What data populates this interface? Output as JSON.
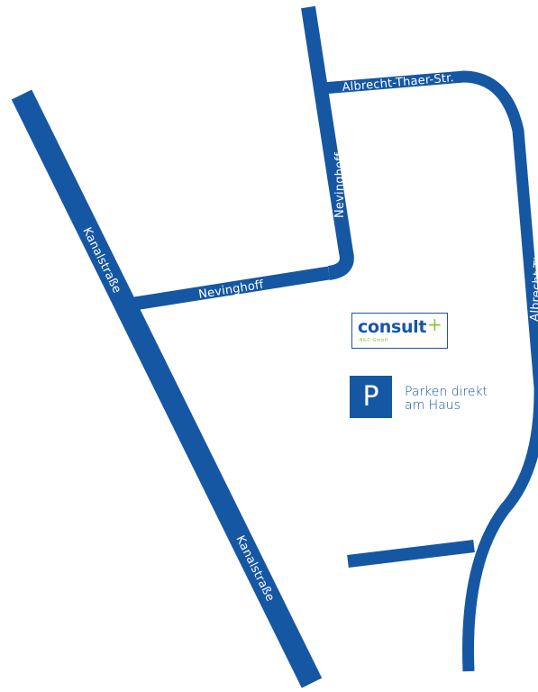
{
  "map": {
    "road_color": "#1657a3",
    "background_color": "#ffffff",
    "streets": {
      "kanalstrasse_upper": "Kanalstraße",
      "kanalstrasse_lower": "Kanalstraße",
      "nevinghoff_horizontal": "Nevinghoff",
      "nevinghoff_vertical": "Nevinghoff",
      "albrecht_thaer_top": "Albrecht-Thaer-Str.",
      "albrecht_thaer_right": "Albrecht-Thaer-Str."
    }
  },
  "logo": {
    "word": "consult",
    "plus": "+",
    "subtitle": "B&C GmbH",
    "brand_color": "#1657a3",
    "accent_color": "#8cc63f"
  },
  "parking": {
    "icon": "parking-sign-icon",
    "symbol": "P",
    "line1": "Parken direkt",
    "line2": "am Haus"
  }
}
